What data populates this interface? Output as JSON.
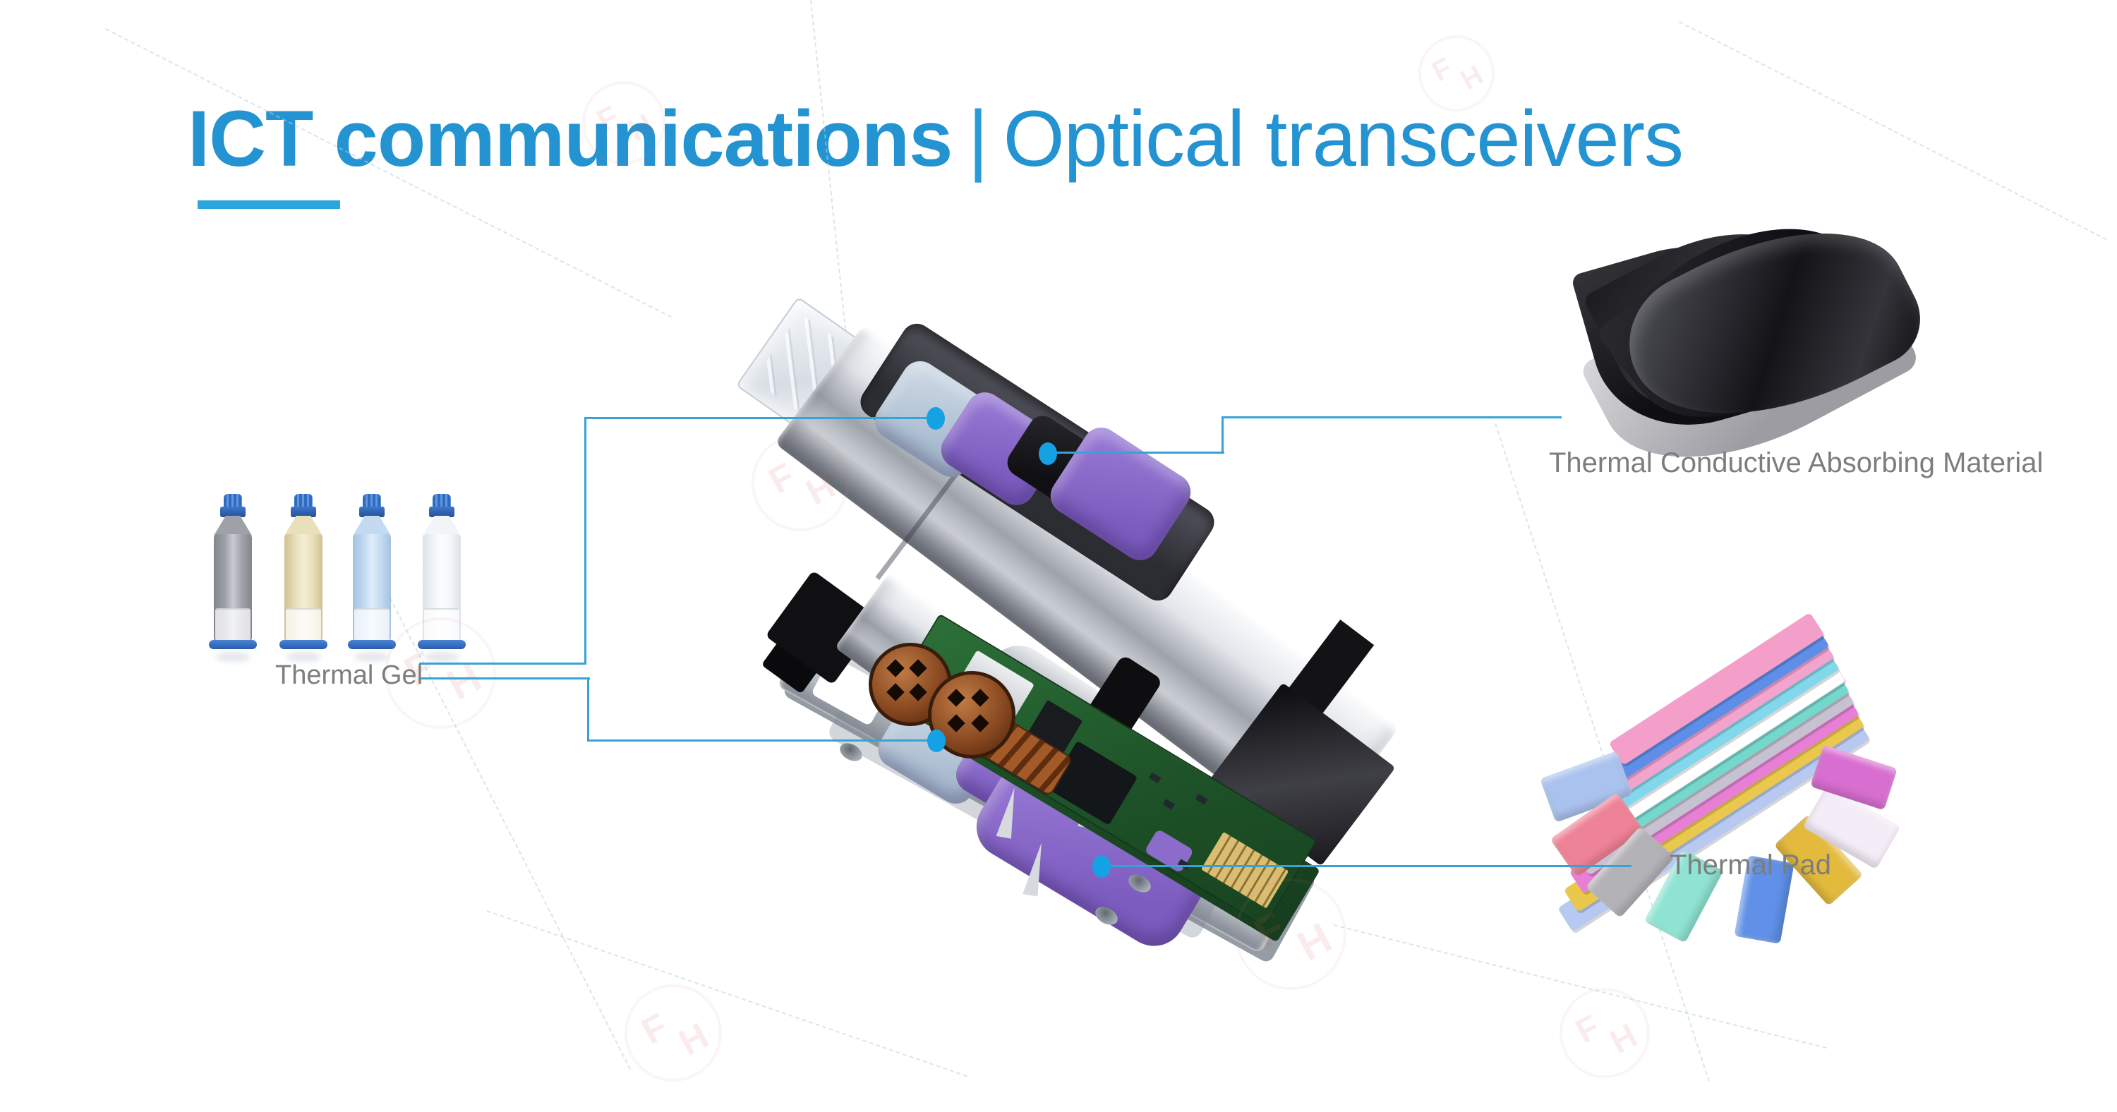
{
  "slide": {
    "title": {
      "bold": "ICT communications",
      "separator": "|",
      "regular": "Optical transceivers"
    },
    "accent": {
      "title_color": "#2493d1",
      "underline_color": "#2ba6de",
      "callout_line_color": "#35a3d6",
      "callout_dot_color": "#14a2e4",
      "label_color": "#7d7d7d"
    }
  },
  "callouts": {
    "thermal_gel": {
      "label": "Thermal Gel"
    },
    "absorbing_material": {
      "label": "Thermal Conductive Absorbing Material"
    },
    "thermal_pad": {
      "label": "Thermal Pad"
    }
  },
  "products": {
    "thermal_gel_syringes": {
      "count": 4,
      "fill_colors": [
        "#9fa1a9",
        "#e9dfba",
        "#c3daf1",
        "#f2f5f8"
      ]
    },
    "transceiver_parts": [
      "top-housing",
      "optical-subassembly-pcb",
      "bottom-plate"
    ],
    "absorbing_sheet_count": 4,
    "thermal_pad_sheet_colors": [
      "#f49fca",
      "#5e8ee8",
      "#f2a3ce",
      "#82d8ea",
      "#ffffff",
      "#76d8cc",
      "#c6c2d2",
      "#e77fd4",
      "#eac84e",
      "#b7c9f0"
    ]
  },
  "watermark": {
    "letters": [
      "F",
      "H"
    ]
  }
}
